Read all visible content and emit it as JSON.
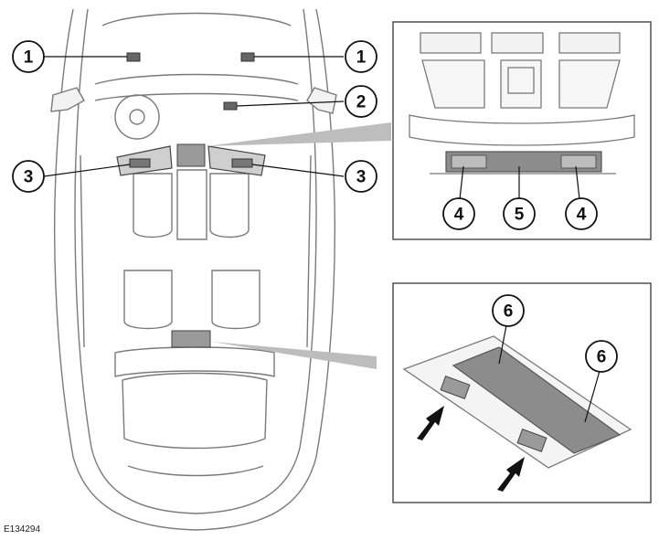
{
  "figure": {
    "id": "E134294",
    "callouts": [
      "1",
      "1",
      "2",
      "3",
      "3",
      "4",
      "5",
      "4",
      "6",
      "6"
    ]
  },
  "colors": {
    "outline": "#6e6e6e",
    "fill_light": "#f2f2f2",
    "lamp_fill": "#8c8c8c",
    "lamp_dark": "#555555",
    "arrow": "#111111",
    "callout_stroke": "#111111"
  },
  "icons": {
    "pointer": "arrow-icon"
  }
}
